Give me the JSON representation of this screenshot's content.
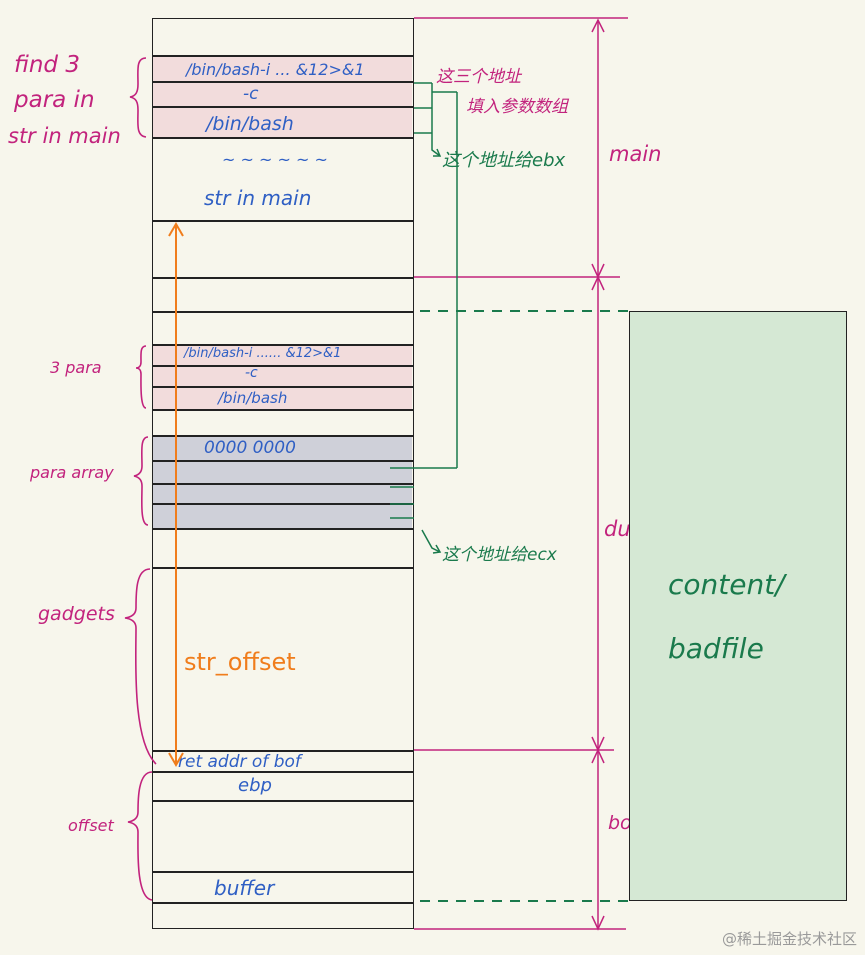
{
  "stack_cells": {
    "bin_bash_cmd_main": "/bin/bash-i ... &12>&1",
    "dash_c_main": "-c",
    "bin_bash_main": "/bin/bash",
    "dots": "~ ~ ~   ~ ~ ~",
    "str_in_main": "str in main",
    "bin_bash_cmd_para": "/bin/bash-i ......  &12>&1",
    "dash_c_para": "-c",
    "bin_bash_para": "/bin/bash",
    "zeros": "0000 0000",
    "ret_addr": "ret addr of bof",
    "ebp": "ebp",
    "buffer": "buffer"
  },
  "left_labels": {
    "find_line1": "find 3",
    "find_line2": "para in",
    "find_line3": "str in main",
    "three_para": "3 para",
    "para_array": "para array",
    "gadgets": "gadgets",
    "offset": "offset"
  },
  "annotations": {
    "str_offset": "str_offset",
    "three_addresses": "这三个地址",
    "fill_array": "填入参数数组",
    "addr_to_ebx": "这个地址给ebx",
    "addr_to_ecx": "这个地址给ecx"
  },
  "right_labels": {
    "main": "main",
    "dummy": "dummpy",
    "bof": "bof",
    "content_line1": "content/",
    "content_line2": "badfile"
  },
  "watermark": "@稀土掘金技术社区",
  "colors": {
    "cell_text": "#2f5fc4",
    "label_magenta": "#c2237d",
    "annotation_green": "#1a7a4c",
    "offset_arrow": "#f07d1c",
    "pink_fill": "#f2dcdc",
    "gray_fill": "#cfd0d9",
    "badfile_fill": "#d5e8d4"
  }
}
